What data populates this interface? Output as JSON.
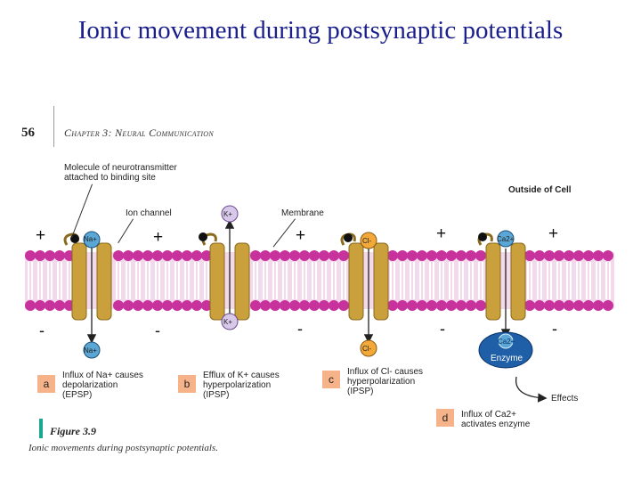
{
  "slide_title": "Ionic movement during postsynaptic potentials",
  "page": {
    "number": "56",
    "chapter": "Chapter 3: Neural Communication"
  },
  "labels": {
    "molecule": "Molecule of neurotransmitter attached to binding site",
    "molecule_line1": "Molecule of neurotransmitter",
    "molecule_line2": "attached to binding site",
    "ion_channel": "Ion channel",
    "membrane": "Membrane",
    "outside_of_cell": "Outside of Cell",
    "enzyme": "Enzyme",
    "effects": "Effects"
  },
  "ions": {
    "na": "Na+",
    "k": "K+",
    "cl": "Cl-",
    "ca": "Ca2+"
  },
  "signs": {
    "plus": "+",
    "minus": "-"
  },
  "steps": [
    {
      "letter": "a",
      "line1": "Influx of Na+ causes",
      "line2": "depolarization",
      "line3": "(EPSP)"
    },
    {
      "letter": "b",
      "line1": "Efflux of K+ causes",
      "line2": "hyperpolarization",
      "line3": "(IPSP)"
    },
    {
      "letter": "c",
      "line1": "Influx of Cl- causes",
      "line2": "hyperpolarization",
      "line3": "(IPSP)"
    },
    {
      "letter": "d",
      "line1": "Influx of Ca2+",
      "line2": "activates enzyme",
      "line3": ""
    }
  ],
  "figure": {
    "label": "Figure 3.9",
    "caption": "Ionic movements during postsynaptic potentials."
  },
  "colors": {
    "title": "#1a1f8c",
    "phospholipid_head": "#c8329c",
    "channel": "#c9a03c",
    "channel_dark": "#8a6a1e",
    "ion_blue": "#5aa7d6",
    "ion_orange": "#f2a93a",
    "ion_lilac": "#d8c8ea",
    "enzyme": "#1e5fa8",
    "step_box": "#f6b38a",
    "figure_bar": "#1aa88f"
  }
}
